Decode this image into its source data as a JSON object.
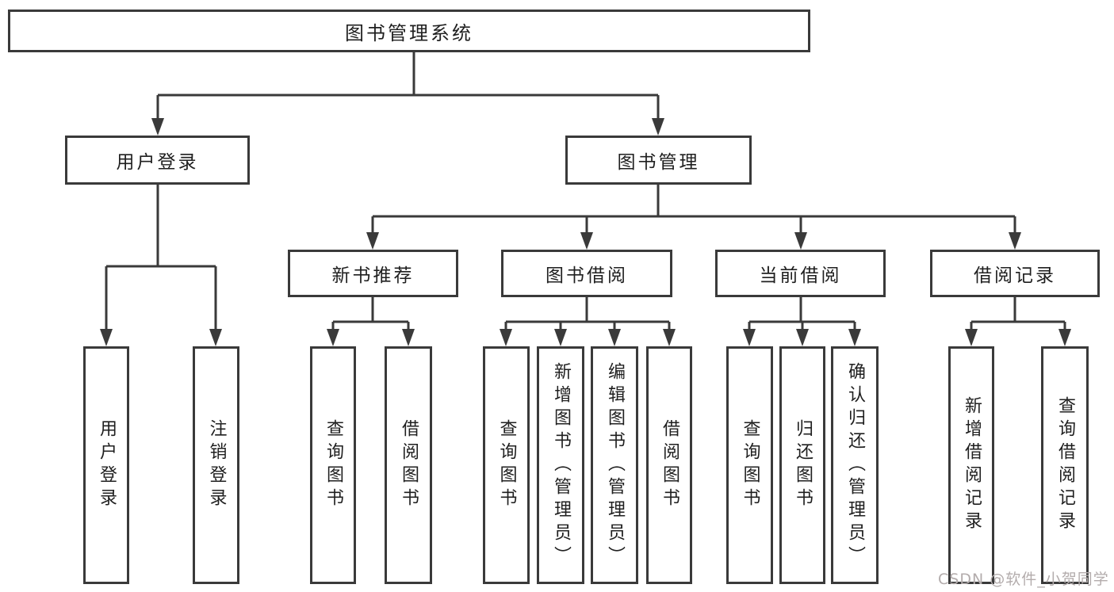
{
  "tree": {
    "root": {
      "label": "图书管理系统"
    },
    "children": [
      {
        "label": "用户登录",
        "children": [
          {
            "label": "用户登录"
          },
          {
            "label": "注销登录"
          }
        ]
      },
      {
        "label": "图书管理",
        "children": [
          {
            "label": "新书推荐",
            "children": [
              {
                "label": "查询图书"
              },
              {
                "label": "借阅图书"
              }
            ]
          },
          {
            "label": "图书借阅",
            "children": [
              {
                "label": "查询图书"
              },
              {
                "label": "新增图书（管理员）"
              },
              {
                "label": "编辑图书（管理员）"
              },
              {
                "label": "借阅图书"
              }
            ]
          },
          {
            "label": "当前借阅",
            "children": [
              {
                "label": "查询图书"
              },
              {
                "label": "归还图书"
              },
              {
                "label": "确认归还（管理员）"
              }
            ]
          },
          {
            "label": "借阅记录",
            "children": [
              {
                "label": "新增借阅记录"
              },
              {
                "label": "查询借阅记录"
              }
            ]
          }
        ]
      }
    ]
  },
  "watermark": {
    "text": "CSDN @软件_小贺同学"
  },
  "colors": {
    "line": "#3a3a3a",
    "box_border": "#3a3a3a",
    "box_fill": "#ffffff",
    "text": "#1f1f1f",
    "watermark": "#b3acac",
    "background": "#ffffff"
  }
}
